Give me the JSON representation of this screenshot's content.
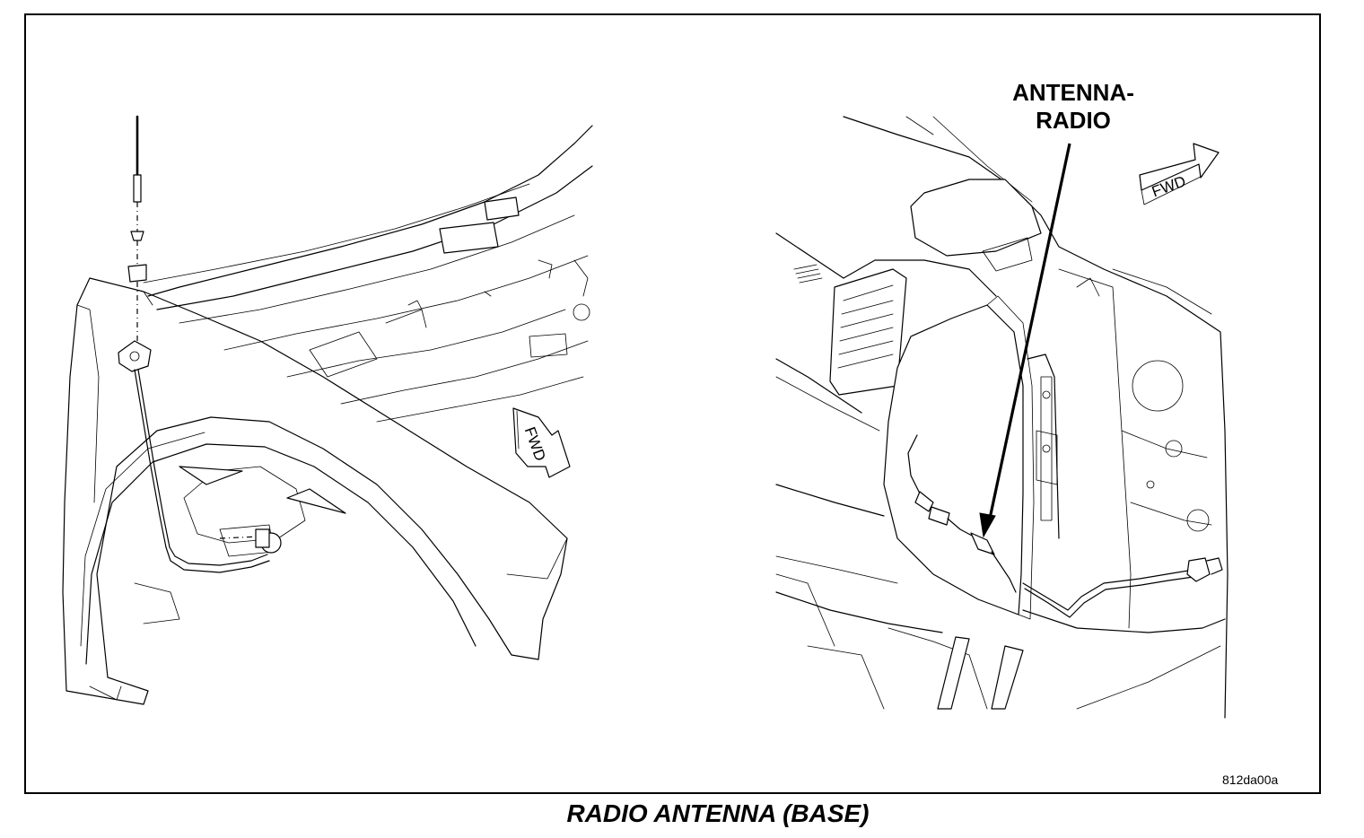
{
  "diagram": {
    "callout_label": "ANTENNA-\nRADIO",
    "direction_label": "FWD",
    "figure_id": "812da00a",
    "caption": "RADIO ANTENNA (BASE)",
    "line_color": "#000000",
    "background_color": "#ffffff"
  }
}
